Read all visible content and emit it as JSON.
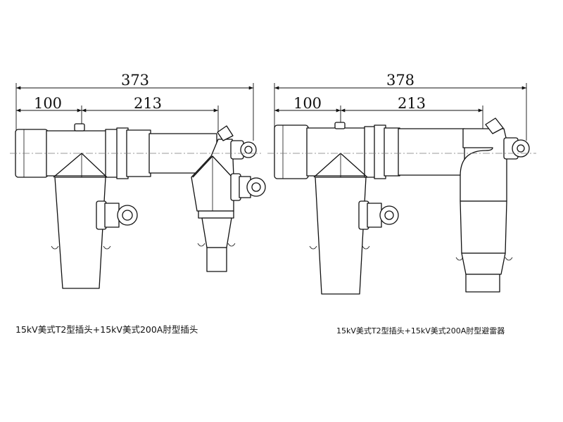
{
  "left_assembly": {
    "dimensions": {
      "overall": "373",
      "part_a": "100",
      "part_b": "213"
    },
    "caption": "15kV美式T2型插头+15kV美式200A肘型插头"
  },
  "right_assembly": {
    "dimensions": {
      "overall": "378",
      "part_a": "100",
      "part_b": "213"
    },
    "caption": "15kV美式T2型插头+15kV美式200A肘型避雷器"
  }
}
